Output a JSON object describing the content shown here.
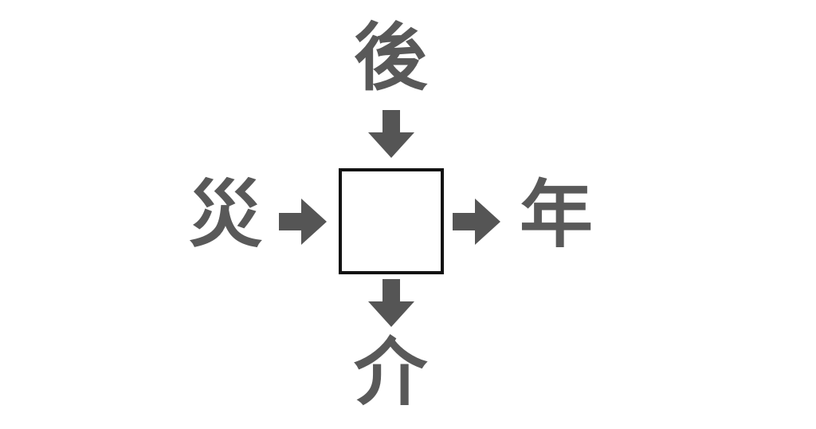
{
  "puzzle": {
    "top": "後",
    "left": "災",
    "right": "年",
    "bottom": "介",
    "answer": ""
  },
  "colors": {
    "glyph": "#595959",
    "arrow": "#555555",
    "box_border": "#111111",
    "background": "#ffffff"
  },
  "icons": {
    "arrows": [
      "arrow-down-icon",
      "arrow-right-icon",
      "arrow-right-icon",
      "arrow-down-icon"
    ]
  }
}
